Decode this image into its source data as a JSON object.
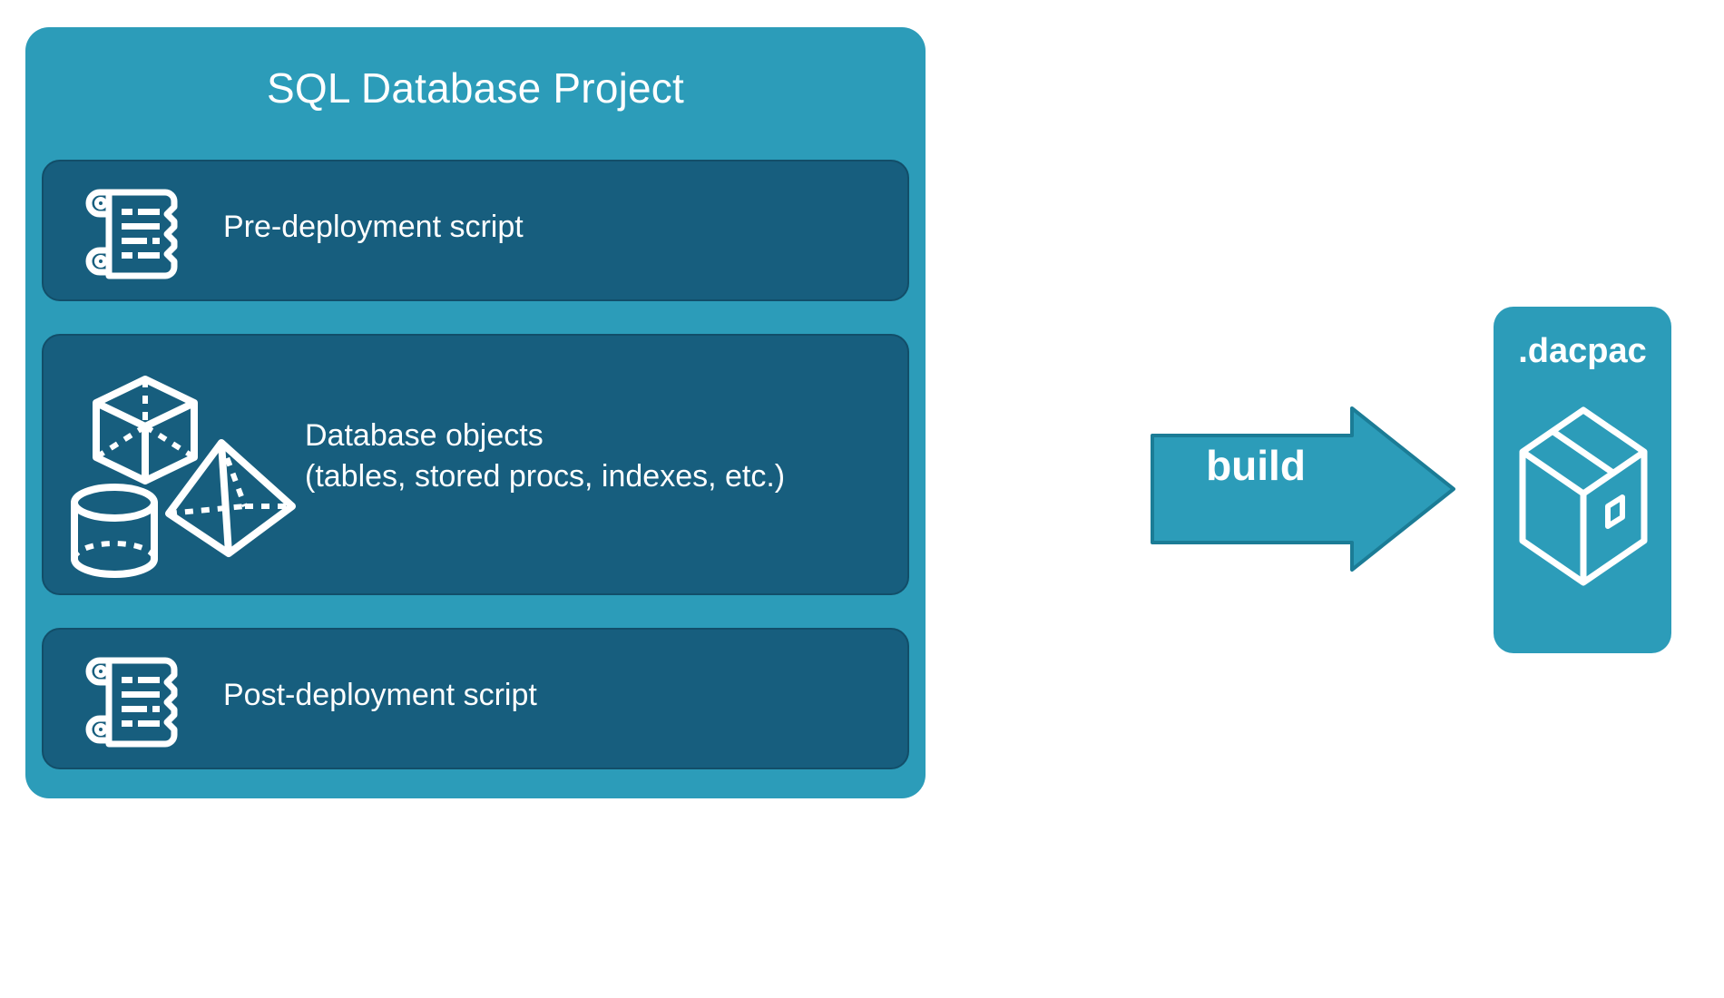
{
  "diagram": {
    "title": "SQL Database Project",
    "background_color": "#FFFFFF",
    "panel_color": "#2C9CB9",
    "card_color": "#175E7E",
    "card_border_color": "#124E69",
    "text_color": "#FFFFFF",
    "icon_color": "#FFFFFF"
  },
  "project": {
    "title": "SQL Database Project",
    "items": [
      {
        "id": "pre-deployment",
        "label": "Pre-deployment script",
        "icon": "scroll-icon"
      },
      {
        "id": "database-objects",
        "label": "Database objects\n(tables, stored procs, indexes, etc.)",
        "line1": "Database objects",
        "line2": "(tables, stored procs, indexes, etc.)",
        "icons": [
          "cube-icon",
          "pyramid-icon",
          "cylinder-icon"
        ]
      },
      {
        "id": "post-deployment",
        "label": "Post-deployment script",
        "icon": "scroll-icon"
      }
    ]
  },
  "arrow": {
    "label": "build",
    "direction": "right",
    "fill_color": "#2C9CB9",
    "stroke_color": "#1B7C96"
  },
  "output": {
    "label": ".dacpac",
    "icon": "package-box-icon",
    "fill_color": "#2C9CB9"
  }
}
